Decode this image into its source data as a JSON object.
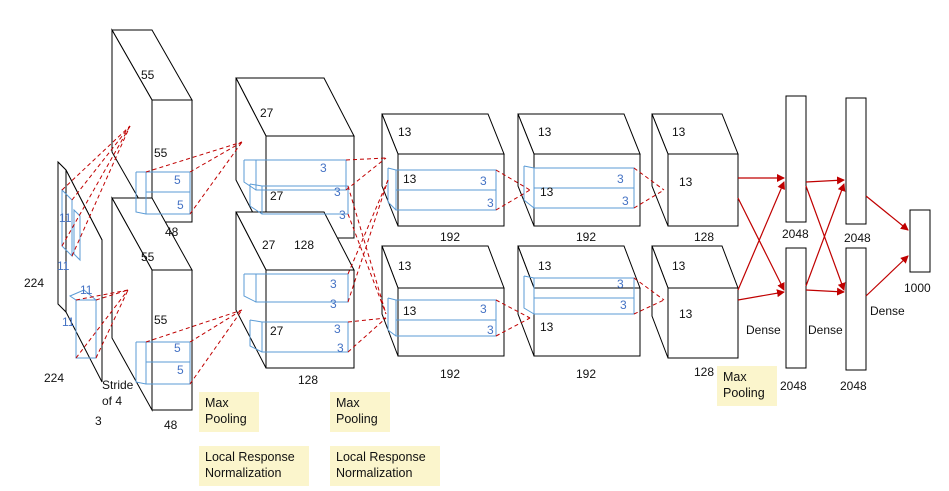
{
  "input": {
    "size_h": "224",
    "size_w": "224",
    "channels": "3",
    "kernel_top": "11",
    "kernel_mid": "11",
    "kernel_side": "11",
    "kernel_bottom": "11",
    "stride_line1": "Stride",
    "stride_line2": "of 4"
  },
  "conv1": {
    "depth_label": "55",
    "height_label": "55",
    "kernel_a": "5",
    "kernel_b": "5",
    "channels": "48"
  },
  "conv2": {
    "depth_label": "27",
    "height_label": "27",
    "kernel_a": "3",
    "kernel_b": "3",
    "kernel_c": "3",
    "channels_top": "128",
    "channels_bottom": "128",
    "side_27": "27"
  },
  "conv3": {
    "depth_label": "13",
    "height_label": "13",
    "kernel_a": "3",
    "kernel_b": "3",
    "channels": "192"
  },
  "conv4": {
    "depth_label": "13",
    "height_label": "13",
    "kernel_a": "3",
    "kernel_b": "3",
    "channels": "192"
  },
  "conv5": {
    "depth_label": "13",
    "height_label": "13",
    "channels": "128"
  },
  "dense": {
    "fc1": "2048",
    "fc2": "2048",
    "out": "1000",
    "label": "Dense"
  },
  "notes": {
    "max_pooling": "Max Pooling",
    "lrn": "Local Response Normalization"
  },
  "colors": {
    "outline": "#000000",
    "kernel": "#5b9bd5",
    "connection": "#c00000",
    "note_bg": "#fbf5cc"
  }
}
